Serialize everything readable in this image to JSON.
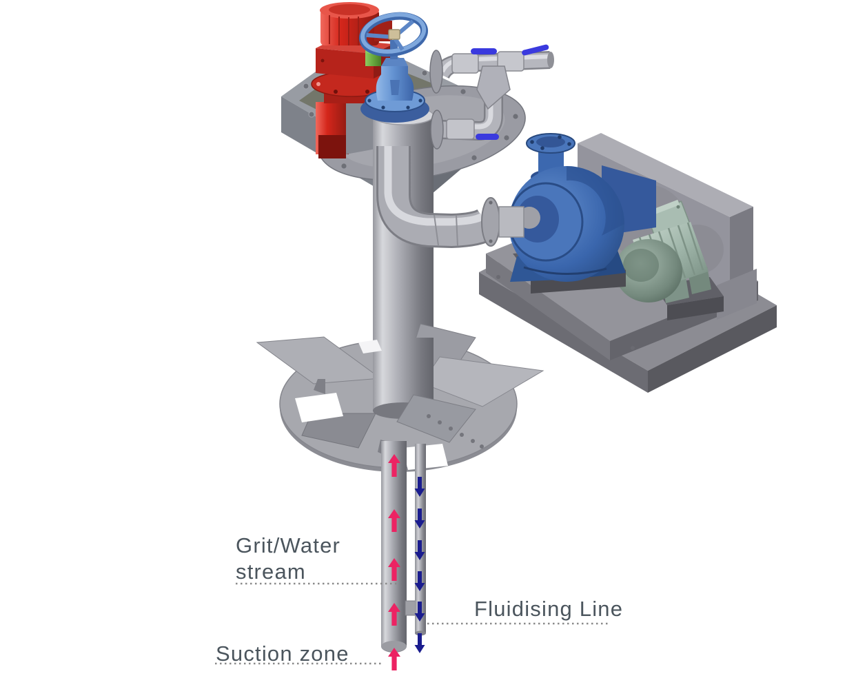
{
  "diagram": {
    "title_present": false,
    "labels": {
      "grit_water_line1": "Grit/Water",
      "grit_water_line2": "stream",
      "fluidising": "Fluidising Line",
      "suction": "Suction zone"
    },
    "colors": {
      "grit_arrow": "#EC2363",
      "fluidising_arrow": "#1A1C8E",
      "label_text": "#4B555D",
      "leader_dots": "#8A8A8A",
      "drive_motor_red": "#D4261B",
      "valve_blue": "#6F9BD6",
      "pump_blue": "#3A66AD",
      "motor_silver_green": "#A9BDB2",
      "steel_gray": "#9A9BA3"
    },
    "components": [
      "agitator-drive-motor",
      "gate-valve-handwheel",
      "mounting-plate",
      "fluidising-pipework-ball-valves",
      "grit-pump",
      "pump-motor",
      "belt-guard",
      "suction-column",
      "deflector-plate",
      "fluidising-line-pipe"
    ]
  }
}
